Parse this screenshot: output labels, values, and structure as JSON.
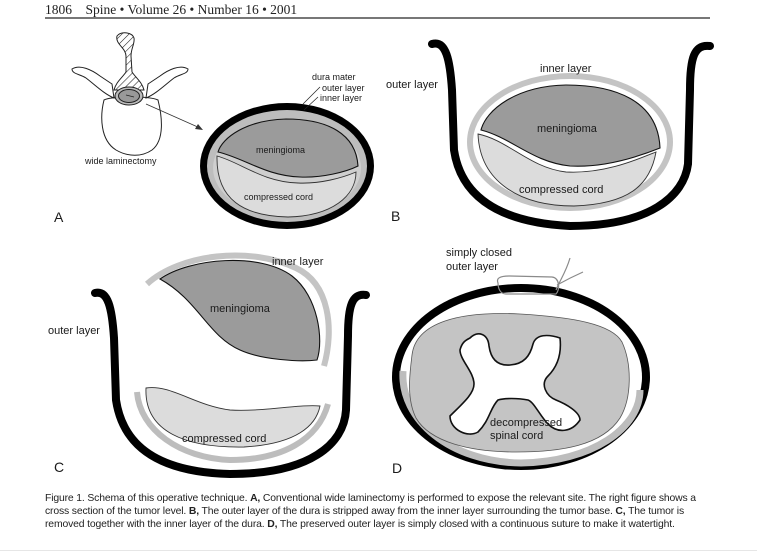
{
  "header": {
    "page_number": "1806",
    "journal_line": "Spine • Volume 26 • Number 16 • 2001"
  },
  "colors": {
    "outer_layer": "#000000",
    "inner_layer": "#bdbdbd",
    "meningioma": "#9b9b9b",
    "cord": "#dcdcdc",
    "spinal_cord_area": "#c4c4c4",
    "suture": "#8a8a8a"
  },
  "panels": {
    "A": {
      "letter": "A",
      "vertebra_caption": "wide laminectomy",
      "dura_label": "dura mater",
      "outer_label": "outer layer",
      "inner_label": "inner layer",
      "tumor_label": "meningioma",
      "cord_label": "compressed cord"
    },
    "B": {
      "letter": "B",
      "outer_label": "outer layer",
      "inner_label": "inner layer",
      "tumor_label": "meningioma",
      "cord_label": "compressed cord"
    },
    "C": {
      "letter": "C",
      "outer_label": "outer layer",
      "inner_label": "inner layer",
      "tumor_label": "meningioma",
      "cord_label": "compressed cord"
    },
    "D": {
      "letter": "D",
      "closure_label_1": "simply closed",
      "closure_label_2": "outer layer",
      "cord_label_1": "decompressed",
      "cord_label_2": "spinal cord"
    }
  },
  "caption": {
    "intro": "Figure 1.  Schema of this operative technique. ",
    "a_key": "A,",
    "a_text": " Conventional wide laminectomy is performed to expose the relevant site. The right figure shows a cross section of the tumor level. ",
    "b_key": "B,",
    "b_text": " The outer layer of the dura is stripped away from the inner layer surrounding the tumor base. ",
    "c_key": "C,",
    "c_text": " The tumor is removed together with the inner layer of the dura. ",
    "d_key": "D,",
    "d_text": " The preserved outer layer is simply closed with a continuous suture to make it watertight."
  }
}
